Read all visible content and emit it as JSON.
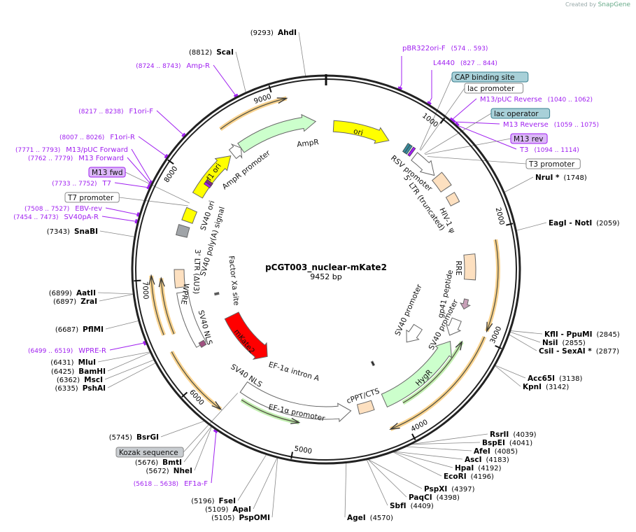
{
  "credit": {
    "prefix": "Created by",
    "brand": "SnapGene"
  },
  "plasmid": {
    "name": "pCGT003_nuclear-mKate2",
    "length_label": "9452 bp",
    "length": 9452
  },
  "ring": {
    "ticks": [
      "1000",
      "2000",
      "3000",
      "4000",
      "5000",
      "6000",
      "7000",
      "8000",
      "9000"
    ]
  },
  "colors": {
    "primer": "#a020f0",
    "teal": "#a8d0d8",
    "primer_box": "#dcb8f8",
    "yellow": "#ffff00",
    "green": "#ccffcc",
    "red": "#ff0000",
    "beige": "#fde0c0",
    "orange": "#f8c060"
  },
  "enzymes": [
    {
      "name": "AhdI",
      "pos": "(9293)",
      "bp": 9293
    },
    {
      "name": "ScaI",
      "pos": "(8812)",
      "bp": 8812
    },
    {
      "name": "SnaBI",
      "pos": "(7343)",
      "bp": 7343
    },
    {
      "name": "AatII",
      "pos": "(6899)",
      "bp": 6899
    },
    {
      "name": "ZraI",
      "pos": "(6897)",
      "bp": 6897
    },
    {
      "name": "PflMI",
      "pos": "(6687)",
      "bp": 6687
    },
    {
      "name": "MluI",
      "pos": "(6431)",
      "bp": 6431
    },
    {
      "name": "BamHI",
      "pos": "(6425)",
      "bp": 6425
    },
    {
      "name": "MscI",
      "pos": "(6362)",
      "bp": 6362
    },
    {
      "name": "PshAI",
      "pos": "(6335)",
      "bp": 6335
    },
    {
      "name": "BsrGI",
      "pos": "(5745)",
      "bp": 5745
    },
    {
      "name": "BmtI",
      "pos": "(5676)",
      "bp": 5676
    },
    {
      "name": "NheI",
      "pos": "(5672)",
      "bp": 5672
    },
    {
      "name": "FseI",
      "pos": "(5196)",
      "bp": 5196
    },
    {
      "name": "ApaI",
      "pos": "(5109)",
      "bp": 5109
    },
    {
      "name": "PspOMI",
      "pos": "(5105)",
      "bp": 5105
    },
    {
      "name": "AgeI",
      "pos": "(4570)",
      "bp": 4570
    },
    {
      "name": "NruI *",
      "pos": "(1748)",
      "bp": 1748
    },
    {
      "name": "EagI  - NotI",
      "pos": "(2059)",
      "bp": 2059
    },
    {
      "name": "KflI  - PpuMI",
      "pos": "(2845)",
      "bp": 2845
    },
    {
      "name": "NsiI",
      "pos": "(2855)",
      "bp": 2855
    },
    {
      "name": "CsiI  - SexAI *",
      "pos": "(2877)",
      "bp": 2877
    },
    {
      "name": "Acc65I",
      "pos": "(3138)",
      "bp": 3138
    },
    {
      "name": "KpnI",
      "pos": "(3142)",
      "bp": 3142
    },
    {
      "name": "RsrII",
      "pos": "(4039)",
      "bp": 4039
    },
    {
      "name": "BspEI",
      "pos": "(4041)",
      "bp": 4041
    },
    {
      "name": "AfeI",
      "pos": "(4085)",
      "bp": 4085
    },
    {
      "name": "AscI",
      "pos": "(4183)",
      "bp": 4183
    },
    {
      "name": "HpaI",
      "pos": "(4192)",
      "bp": 4192
    },
    {
      "name": "EcoRI",
      "pos": "(4196)",
      "bp": 4196
    },
    {
      "name": "PspXI",
      "pos": "(4397)",
      "bp": 4397
    },
    {
      "name": "PaqCI",
      "pos": "(4398)",
      "bp": 4398
    },
    {
      "name": "SbfI",
      "pos": "(4409)",
      "bp": 4409
    }
  ],
  "primers": [
    {
      "name": "pBR322ori-F",
      "range": "(574 .. 593)",
      "bp": 583
    },
    {
      "name": "L4440",
      "range": "(827 .. 844)",
      "bp": 835
    },
    {
      "name": "M13/pUC Reverse",
      "range": "(1040 .. 1062)",
      "bp": 1051
    },
    {
      "name": "M13 Reverse",
      "range": "(1059 .. 1075)",
      "bp": 1067
    },
    {
      "name": "T3",
      "range": "(1094 .. 1114)",
      "bp": 1104
    },
    {
      "name": "Amp-R",
      "range": "(8724 .. 8743)",
      "bp": 8733
    },
    {
      "name": "F1ori-F",
      "range": "(8217 .. 8238)",
      "bp": 8227
    },
    {
      "name": "F1ori-R",
      "range": "(8007 .. 8026)",
      "bp": 8016
    },
    {
      "name": "M13/pUC Forward",
      "range": "(7771 .. 7793)",
      "bp": 7782
    },
    {
      "name": "M13 Forward",
      "range": "(7762 .. 7779)",
      "bp": 7770
    },
    {
      "name": "T7",
      "range": "(7733 .. 7752)",
      "bp": 7742
    },
    {
      "name": "EBV-rev",
      "range": "(7508 .. 7527)",
      "bp": 7517
    },
    {
      "name": "SV40pA-R",
      "range": "(7454 .. 7473)",
      "bp": 7463
    },
    {
      "name": "WPRE-R",
      "range": "(6499 .. 6519)",
      "bp": 6509
    },
    {
      "name": "EF1a-F",
      "range": "(5618 .. 5638)",
      "bp": 5628
    }
  ],
  "boxed_features": [
    {
      "name": "CAP binding site",
      "kind": "teal",
      "bp": 1000
    },
    {
      "name": "lac promoter",
      "kind": "white",
      "bp": 1010
    },
    {
      "name": "lac operator",
      "kind": "teal",
      "bp": 1060
    },
    {
      "name": "M13 rev",
      "kind": "primer",
      "bp": 1070
    },
    {
      "name": "T3 promoter",
      "kind": "white",
      "bp": 1100
    },
    {
      "name": "M13 fwd",
      "kind": "primer",
      "bp": 7770
    },
    {
      "name": "T7 promoter",
      "kind": "white",
      "bp": 7740
    },
    {
      "name": "Kozak sequence",
      "kind": "gray",
      "bp": 5660
    }
  ],
  "features": [
    {
      "name": "ori"
    },
    {
      "name": "AmpR"
    },
    {
      "name": "AmpR promoter"
    },
    {
      "name": "f1 ori"
    },
    {
      "name": "SV40 ori"
    },
    {
      "name": "SV40 poly(A) signal"
    },
    {
      "name": "3' LTR (ΔU3)"
    },
    {
      "name": "WPRE"
    },
    {
      "name": "SV40 NLS"
    },
    {
      "name": "Factor Xa site"
    },
    {
      "name": "mKate2"
    },
    {
      "name": "EF-1α intron A"
    },
    {
      "name": "SV40 NLS"
    },
    {
      "name": "EF-1α promoter"
    },
    {
      "name": "cPPT/CTS"
    },
    {
      "name": "HygR"
    },
    {
      "name": "SV40 promoter"
    },
    {
      "name": "SV40 promoter"
    },
    {
      "name": "gp41 peptide"
    },
    {
      "name": "RRE"
    },
    {
      "name": "HIV-1 ψ"
    },
    {
      "name": "5' LTR (truncated)"
    },
    {
      "name": "RSV promoter"
    }
  ]
}
